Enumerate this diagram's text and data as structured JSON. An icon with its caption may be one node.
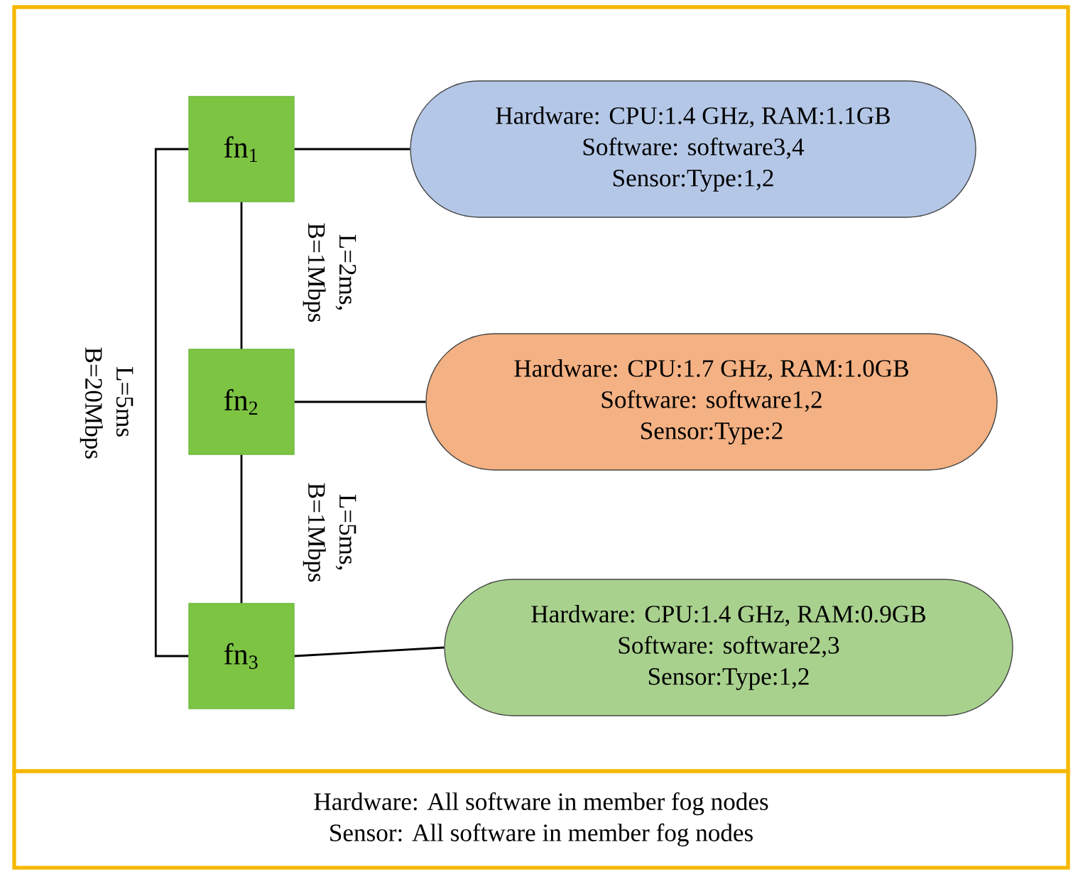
{
  "diagram": {
    "nodes": [
      {
        "text": [
          "fn$_{1}$"
        ]
      },
      {
        "text": [
          "fn$_{2}$"
        ]
      },
      {
        "text": [
          "fn$_{3}$"
        ]
      },
      {
        "text": [
          "Hardware: CPU:1.4 GHz, RAM:1.1GB",
          "Software: software3,4",
          "Sensor:Type:1,2"
        ]
      },
      {
        "text": [
          "Hardware: CPU:1.7 GHz, RAM:1.0GB",
          "Software: software1,2",
          "Sensor:Type:2"
        ]
      },
      {
        "text": [
          "Hardware: CPU:1.4 GHz, RAM:0.9GB",
          "Software: software2,3",
          "Sensor:Type:1,2"
        ]
      },
      {
        "text": [
          "Hardware: All software in member fog nodes",
          "Sensor: All software in member fog nodes"
        ]
      }
    ],
    "edges": [
      {
        "from": 0,
        "to": 3,
        "arrow": "none"
      },
      {
        "from": 1,
        "to": 4,
        "arrow": "none"
      },
      {
        "from": 2,
        "to": 5,
        "arrow": "none"
      },
      {
        "from": 0,
        "to": 1,
        "arrow": "none",
        "label": "L=2ms, B=1Mbps"
      },
      {
        "from": 1,
        "to": 2,
        "arrow": "none",
        "label": "L=5ms, B=1Mbps"
      },
      {
        "from": 0,
        "to": 2,
        "arrow": "none",
        "label": "L=5ms B=20Mbps"
      }
    ]
  }
}
